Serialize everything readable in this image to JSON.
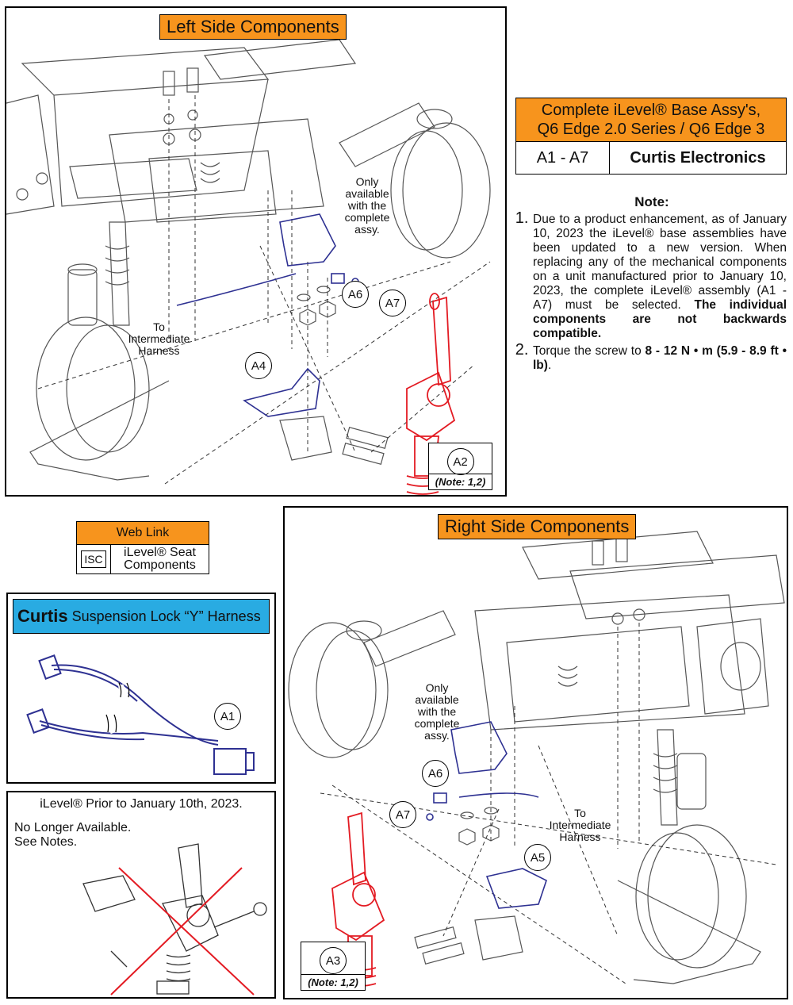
{
  "left_panel": {
    "title": "Left Side Components",
    "only_available": "Only available with the complete assy.",
    "to_harness_1": "To",
    "to_harness_2": "Intermediate",
    "to_harness_3": "Harness",
    "callouts": {
      "a6": "A6",
      "a7": "A7",
      "a4": "A4",
      "a2": "A2"
    },
    "a2_note": "(Note: 1,2)"
  },
  "assy_table": {
    "title_line1": "Complete iLevel® Base Assy's,",
    "title_line2": "Q6 Edge 2.0 Series / Q6 Edge 3",
    "range": "A1 - A7",
    "description": "Curtis Electronics",
    "header_color": "#f7941d"
  },
  "notes": {
    "heading": "Note:",
    "note1_a": "Due to a product enhancement, as of January 10, 2023 the iLevel® base assemblies have been updated to a new version. When replacing any of the mechanical components on a unit manufactured prior to January 10, 2023, the complete iLevel® assembly (A1 - A7) must be selected. ",
    "note1_b": "The individual components are not backwards compatible.",
    "note2_a": "Torque the screw to ",
    "note2_b": "8 - 12 N • m (5.9 - 8.9 ft • lb)",
    "note2_c": "."
  },
  "web_link": {
    "title": "Web Link",
    "code": "ISC",
    "text_line1": "iLevel® Seat",
    "text_line2": "Components"
  },
  "harness_panel": {
    "brand": "Curtis",
    "title": "Suspension Lock “Y” Harness",
    "callout": "A1",
    "header_color": "#29abe2"
  },
  "prior_panel": {
    "title": "iLevel® Prior to January 10th, 2023.",
    "line1": "No Longer Available.",
    "line2": "See Notes."
  },
  "right_panel": {
    "title": "Right Side Components",
    "only_available": "Only available with the complete assy.",
    "to_harness_1": "To",
    "to_harness_2": "Intermediate",
    "to_harness_3": "Harness",
    "callouts": {
      "a6": "A6",
      "a7": "A7",
      "a5": "A5",
      "a3": "A3"
    },
    "a3_note": "(Note: 1,2)"
  },
  "colors": {
    "highlight_part": "#e31b23",
    "blue_part": "#2e3192",
    "outline": "#333333"
  }
}
